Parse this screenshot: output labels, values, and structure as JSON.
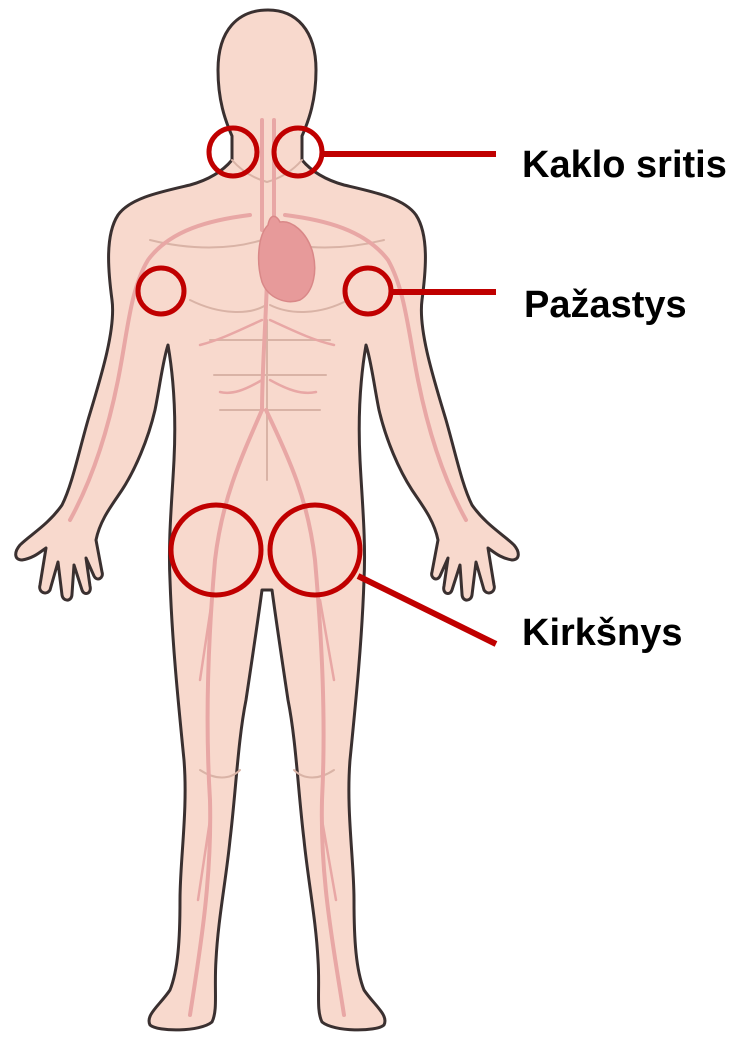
{
  "labels": {
    "neck": "Kaklo sritis",
    "armpits": "Pažastys",
    "groin": "Kirkšnys"
  },
  "colors": {
    "marker": "#c00000",
    "skin": "#f8d9cd",
    "outline": "#3a3030",
    "vessels": "#e8a7a5",
    "heart": "#e79a9a"
  },
  "icons": {
    "body": "human-body-figure",
    "heart": "heart-icon",
    "markers": "circle-marker-icon"
  }
}
